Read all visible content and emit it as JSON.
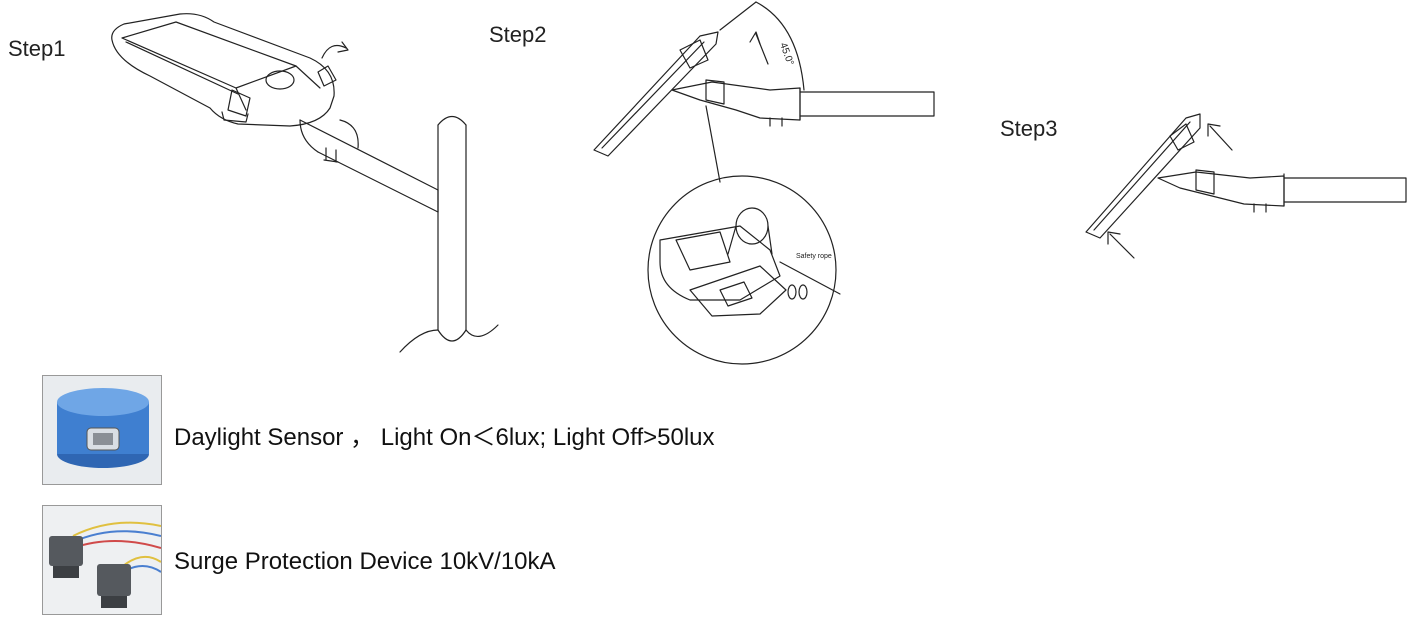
{
  "steps": {
    "step1_label": "Step1",
    "step2_label": "Step2",
    "step3_label": "Step3"
  },
  "annotations": {
    "angle": "45.0°",
    "safety_rope": "Safety rope"
  },
  "accessories": {
    "daylight_sensor": {
      "text": "Daylight Sensor ， Light On＜6lux; Light Off>50lux",
      "icon": "photocell-sensor-icon",
      "color": "#3f7fd0"
    },
    "surge_protection": {
      "text": "Surge Protection Device 10kV/10kA",
      "icon": "surge-protector-icon"
    }
  }
}
